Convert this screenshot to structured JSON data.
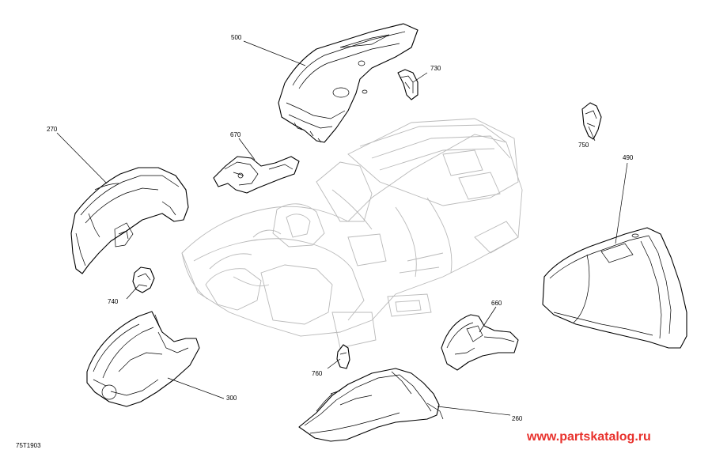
{
  "diagram": {
    "callouts": [
      {
        "id": "c500",
        "text": "500"
      },
      {
        "id": "c730",
        "text": "730"
      },
      {
        "id": "c270",
        "text": "270"
      },
      {
        "id": "c670",
        "text": "670"
      },
      {
        "id": "c750",
        "text": "750"
      },
      {
        "id": "c490",
        "text": "490"
      },
      {
        "id": "c740",
        "text": "740"
      },
      {
        "id": "c660",
        "text": "660"
      },
      {
        "id": "c760",
        "text": "760"
      },
      {
        "id": "c300",
        "text": "300"
      },
      {
        "id": "c260",
        "text": "260"
      }
    ],
    "drawing_code": "75T1903",
    "watermark": "www.partskatalog.ru",
    "colors": {
      "watermark": "#e8322d",
      "line": "#000000",
      "ghost": "#b9b9b9"
    }
  }
}
